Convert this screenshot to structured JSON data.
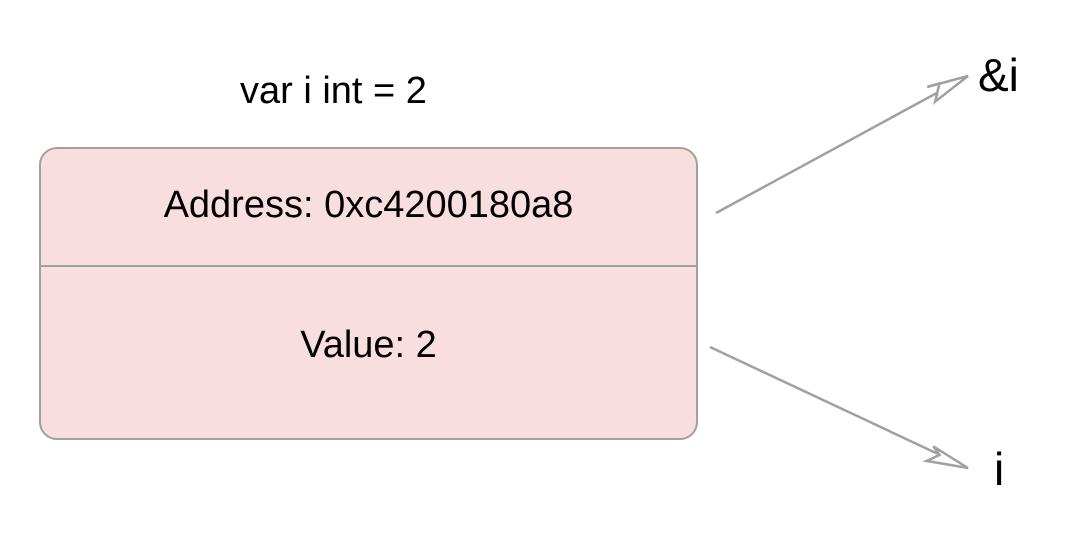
{
  "declaration": "var i int = 2",
  "memory": {
    "address_label": "Address: 0xc4200180a8",
    "value_label": "Value: 2",
    "fill_color": "#f9dedf",
    "border_color": "#a0a0a0"
  },
  "references": {
    "address_of": "&i",
    "variable": "i"
  },
  "arrow_color": "#a0a0a0"
}
